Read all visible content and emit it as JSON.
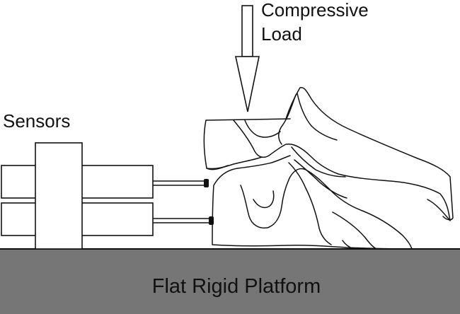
{
  "labels": {
    "load_line1": "Compressive",
    "load_line2": "Load",
    "sensors": "Sensors",
    "platform": "Flat Rigid Platform"
  },
  "colors": {
    "platform_fill": "#767676",
    "stroke": "#111111",
    "background": "#ffffff"
  }
}
